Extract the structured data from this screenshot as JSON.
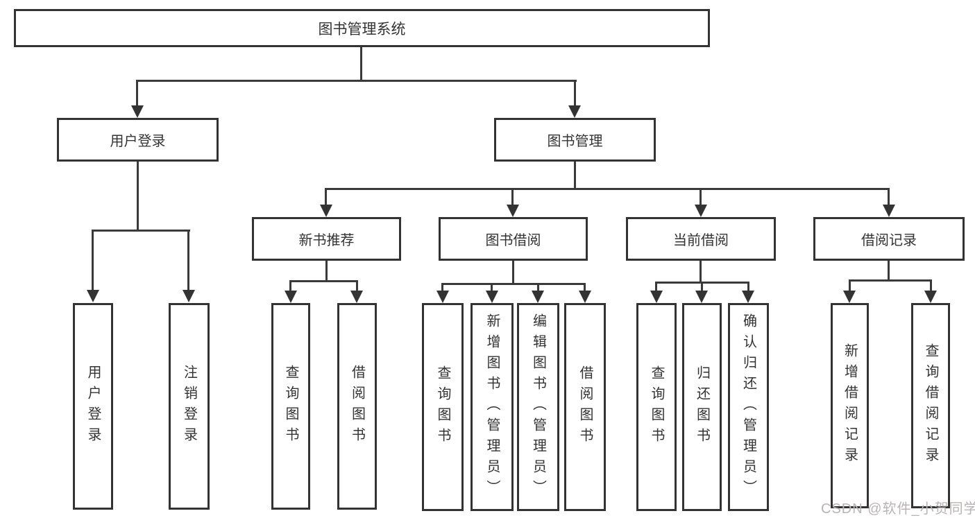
{
  "diagram": {
    "type": "hierarchy-tree",
    "title": "图书管理系统"
  },
  "nodes": {
    "root": {
      "label": "图书管理系统"
    },
    "login": {
      "label": "用户登录",
      "children": [
        "用户登录",
        "注销登录"
      ]
    },
    "mgmt": {
      "label": "图书管理",
      "children": [
        {
          "label": "新书推荐",
          "children": [
            "查询图书",
            "借阅图书"
          ]
        },
        {
          "label": "图书借阅",
          "children": [
            "查询图书",
            "新增图书（管理员）",
            "编辑图书（管理员）",
            "借阅图书"
          ]
        },
        {
          "label": "当前借阅",
          "children": [
            "查询图书",
            "归还图书",
            "确认归还（管理员）"
          ]
        },
        {
          "label": "借阅记录",
          "children": [
            "新增借阅记录",
            "查询借阅记录"
          ]
        }
      ]
    }
  },
  "watermark": "CSDN @软件_小贺同学",
  "colors": {
    "line": "#3a3a3a",
    "border": "#333333",
    "text": "#333333",
    "watermark": "#b9b3b3",
    "background": "#ffffff"
  }
}
